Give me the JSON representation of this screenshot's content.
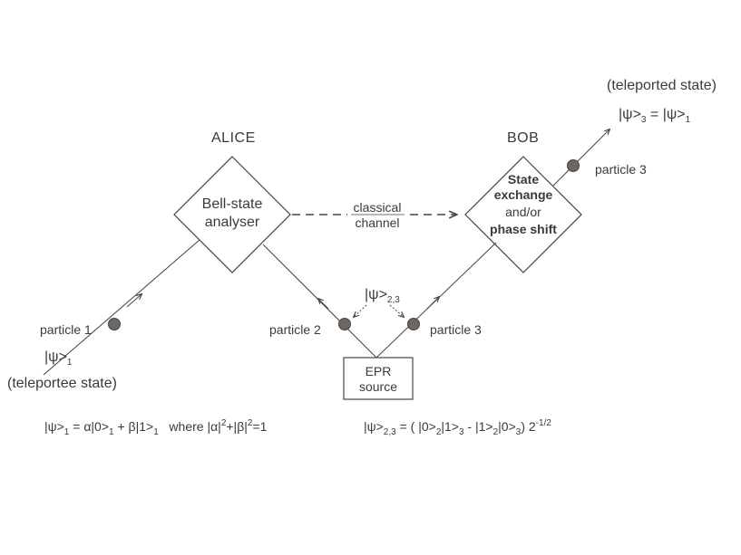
{
  "alice": {
    "title": "ALICE",
    "box_line1": "Bell-state",
    "box_line2": "analyser"
  },
  "bob": {
    "title": "BOB",
    "line1": "State",
    "line2": "exchange",
    "line3": "and/or",
    "line4": "phase shift"
  },
  "channel": {
    "line1": "classical",
    "line2": "channel"
  },
  "source": {
    "line1": "EPR",
    "line2": "source"
  },
  "particles": {
    "p1": "particle 1",
    "p2": "particle 2",
    "p3_left": "particle 3",
    "p3_right": "particle 3"
  },
  "states": {
    "input_ket": "|ψ>",
    "input_sub": "1",
    "teleportee": "(teleportee state)",
    "teleported": "(teleported state)",
    "out_ket": "|ψ>",
    "out_sub": "3",
    "out_eq": " = |ψ>",
    "out_eq_sub": "1",
    "pair_ket": "|ψ>",
    "pair_sub": "2,3"
  },
  "formula_left": {
    "ket": "|ψ>",
    "sub1": "1",
    "part1": " = α|0>",
    "sub2": "1",
    "part2": " + β|1>",
    "sub3": "1",
    "part3": "   where |α|",
    "sup1": "2",
    "part4": "+|β|",
    "sup2": "2",
    "part5": "=1"
  },
  "formula_right": {
    "ket": "|ψ>",
    "sub1": "2,3",
    "part1": " = ( |0>",
    "sub2": "2",
    "part2": "|1>",
    "sub3": "3",
    "part3": " - |1>",
    "sub4": "2",
    "part4": "|0>",
    "sub5": "3",
    "part5": ") 2",
    "sup1": "-1/2"
  },
  "colors": {
    "line": "#444444",
    "particle": "#6e6661",
    "text": "#3a3a3a"
  }
}
